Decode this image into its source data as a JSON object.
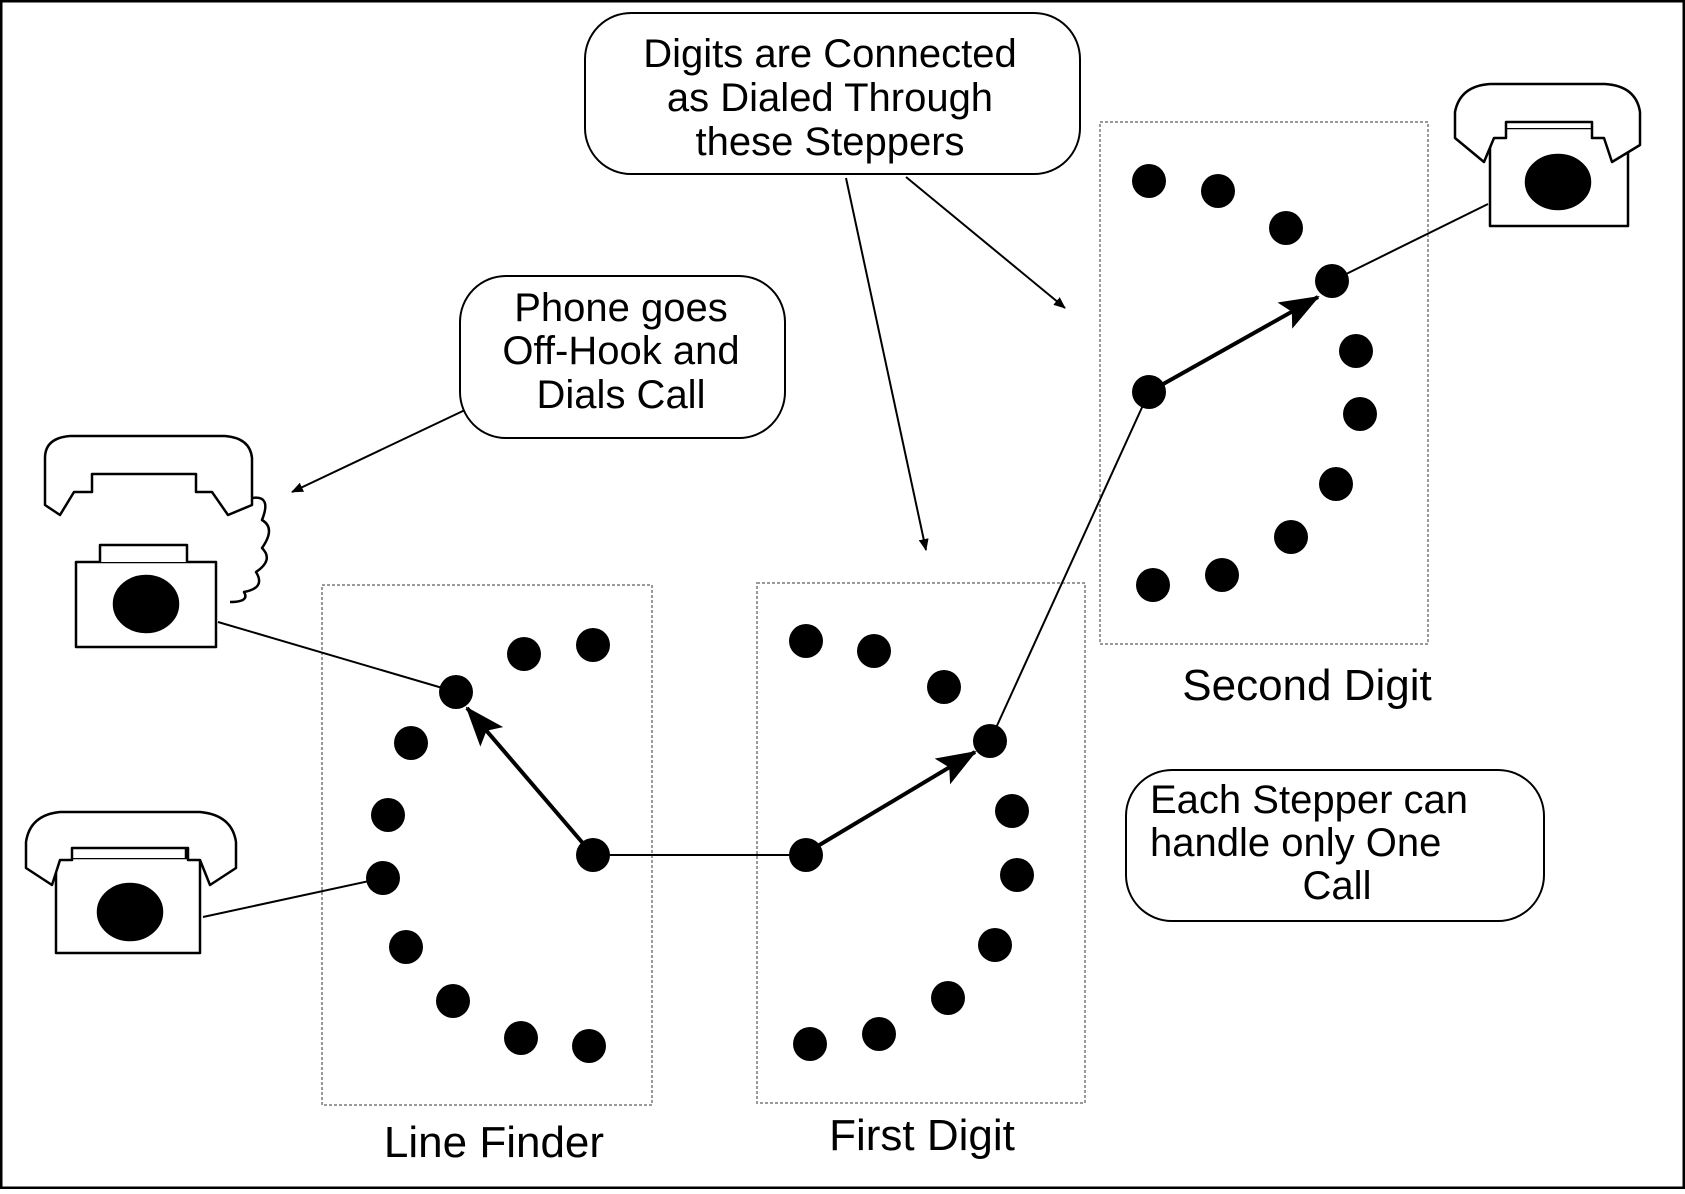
{
  "diagram": {
    "callouts": {
      "digits_connected": [
        "Digits are Connected",
        "as Dialed Through",
        "these Steppers"
      ],
      "phone_off_hook": [
        "Phone goes",
        "Off-Hook and",
        "Dials Call"
      ],
      "each_stepper": [
        "Each Stepper can",
        "handle only One",
        "Call"
      ]
    },
    "stepper_labels": {
      "line_finder": "Line Finder",
      "first_digit": "First Digit",
      "second_digit": "Second Digit"
    },
    "icons": {
      "phone_off_hook": "telephone-off-hook-icon",
      "phone_idle": "telephone-icon",
      "phone_receiving": "telephone-icon"
    },
    "colors": {
      "ink": "#000000",
      "box_border": "#9a9a9a",
      "background": "#ffffff"
    }
  }
}
